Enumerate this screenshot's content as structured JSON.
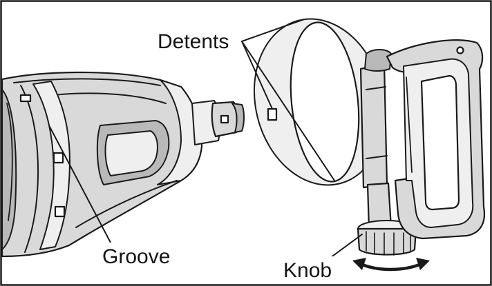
{
  "labels": {
    "detents": "Detents",
    "groove": "Groove",
    "knob": "Knob"
  },
  "icons": {
    "rotation": "double-headed-curved-arrow-icon"
  },
  "colors": {
    "line": "#1a1a1a",
    "body_fill": "#d9d9d9",
    "light_fill": "#efefef",
    "dark_fill": "#b9b9b9",
    "background": "#ffffff"
  }
}
